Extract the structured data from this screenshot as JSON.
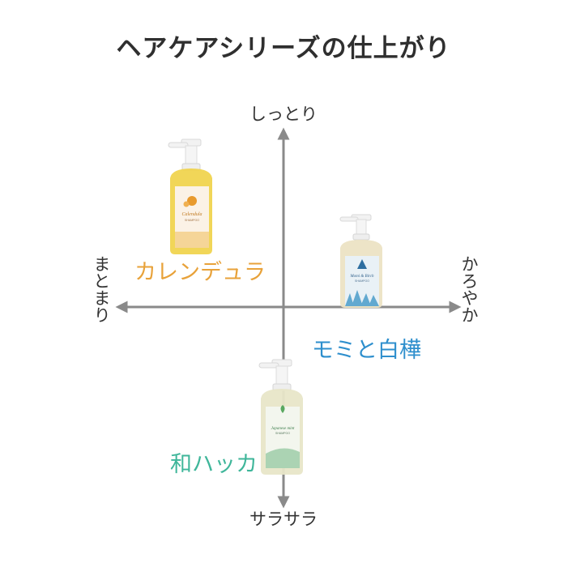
{
  "title": "ヘアケアシリーズの仕上がり",
  "axes": {
    "top": "しっとり",
    "bottom": "サラサラ",
    "left": "まとまり",
    "right": "かろやか"
  },
  "products": {
    "calendula": {
      "name": "カレンデュラ",
      "bottle_text": "Calendula",
      "bottle_sub": "SHAMPOO",
      "color": "#e8a23a"
    },
    "momi": {
      "name": "モミと白樺",
      "bottle_text": "Momi & Birch",
      "bottle_sub": "SHAMPOO",
      "color": "#2e8fcd"
    },
    "hakka": {
      "name": "和ハッカ",
      "bottle_text": "Japanese mint",
      "bottle_sub": "SHAMPOO",
      "color": "#3fb69a"
    }
  },
  "colors": {
    "axis": "#8a8a8a",
    "title": "#2f2f2f"
  }
}
